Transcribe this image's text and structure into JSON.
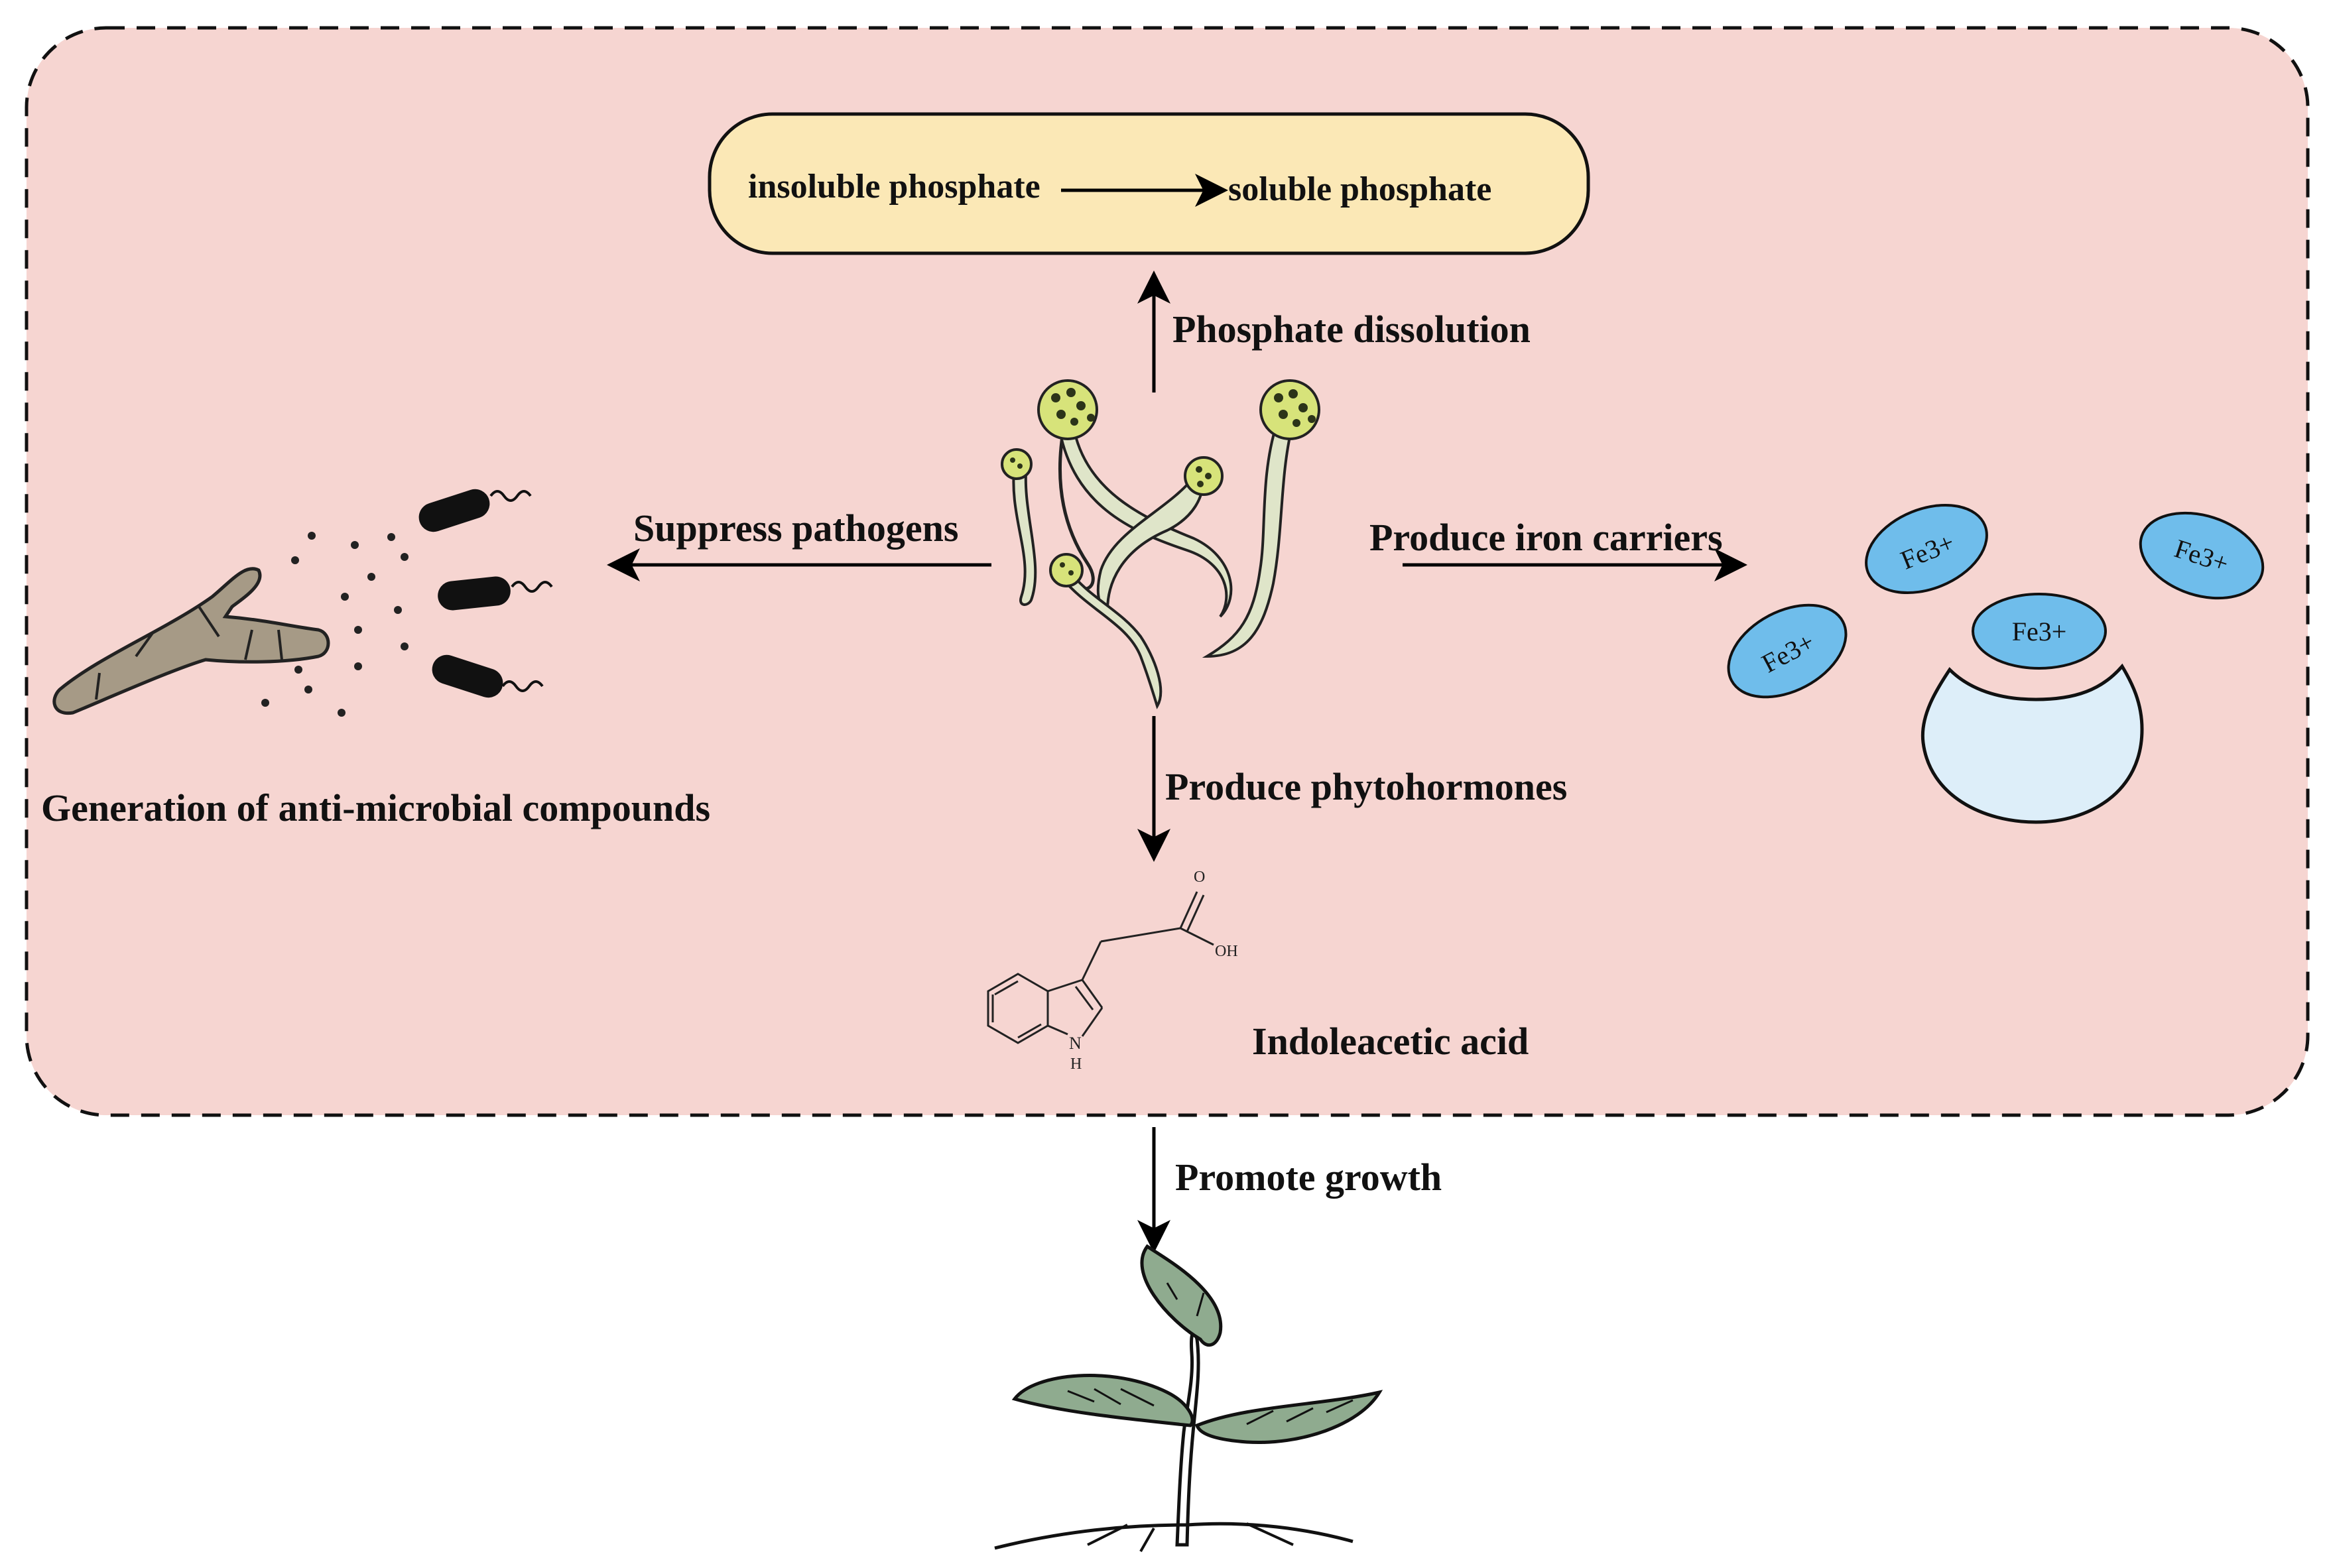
{
  "phosphate": {
    "insoluble": "insoluble phosphate",
    "soluble": "soluble phosphate"
  },
  "mechanisms": {
    "phosphate_dissolution": "Phosphate dissolution",
    "suppress_pathogens": "Suppress pathogens",
    "produce_iron_carriers": "Produce iron carriers",
    "produce_phytohormones": "Produce phytohormones",
    "promote_growth": "Promote growth"
  },
  "antimicrobial": {
    "caption": "Generation of anti-microbial compounds"
  },
  "iron": {
    "ion_labels": [
      "Fe3+",
      "Fe3+",
      "Fe3+",
      "Fe3+"
    ]
  },
  "hormone": {
    "name": "Indoleacetic acid",
    "atom_o": "O",
    "atom_oh": "OH",
    "atom_n": "N",
    "atom_h": "H"
  },
  "colors": {
    "panel_fill": "#f6d5d1",
    "phosphate_box_fill": "#fbe8b6",
    "iron_ion_fill": "#6fbdeb",
    "receptor_fill": "#ddeef9",
    "fungus_fill": "#dfe5c9",
    "spore_fill": "#d7e37a",
    "hypha_fill": "#a69a86",
    "leaf_fill": "#8fab8f"
  }
}
